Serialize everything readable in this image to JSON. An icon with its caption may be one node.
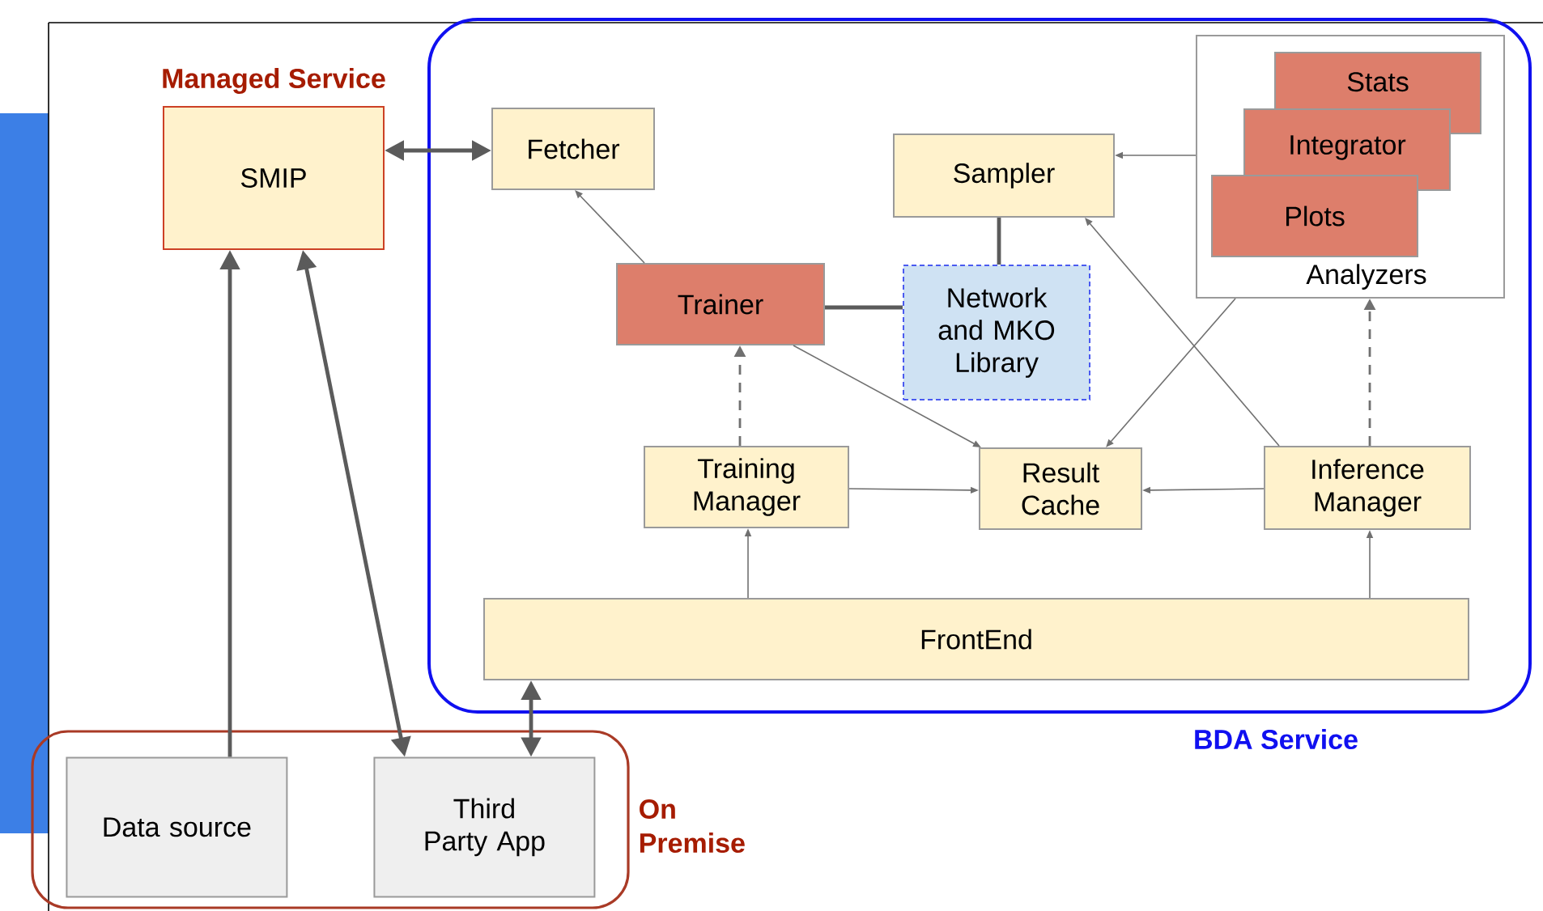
{
  "diagram": {
    "nodes": [
      {
        "text": [
          "SMIP"
        ],
        "beside": [
          "Managed Service"
        ]
      },
      {
        "text": [
          "BDA Service"
        ]
      },
      {
        "text": [
          "Fetcher"
        ],
        "in": 1
      },
      {
        "text": [
          "Sampler"
        ],
        "in": 1
      },
      {
        "text": [
          "Analyzers"
        ],
        "in": 1
      },
      {
        "text": [
          "Stats"
        ],
        "in": 4
      },
      {
        "text": [
          "Integrator"
        ],
        "in": 4
      },
      {
        "text": [
          "Plots"
        ],
        "in": 4
      },
      {
        "text": [
          "Trainer"
        ],
        "in": 1
      },
      {
        "text": [
          "Network and MKO Library"
        ],
        "in": 1
      },
      {
        "text": [
          "Training Manager"
        ],
        "in": 1
      },
      {
        "text": [
          "Result Cache"
        ],
        "in": 1
      },
      {
        "text": [
          "Inference Manager"
        ],
        "in": 1
      },
      {
        "text": [
          "FrontEnd"
        ],
        "in": 1
      },
      {
        "text": [
          "On Premise"
        ]
      },
      {
        "text": [
          "Data source"
        ],
        "in": 14
      },
      {
        "text": [
          "Third Party App"
        ],
        "in": 14
      }
    ],
    "edges": [
      {
        "from": 0,
        "to": 2,
        "arrow": "both",
        "style": "thick"
      },
      {
        "from": 15,
        "to": 0,
        "arrow": "to",
        "style": "thick"
      },
      {
        "from": 0,
        "to": 16,
        "arrow": "both",
        "style": "thick"
      },
      {
        "from": 13,
        "to": 16,
        "arrow": "both",
        "style": "thick"
      },
      {
        "from": 8,
        "to": 2,
        "arrow": "to"
      },
      {
        "from": 4,
        "to": 3,
        "arrow": "to"
      },
      {
        "from": 3,
        "to": 9,
        "arrow": "none",
        "style": "thick"
      },
      {
        "from": 8,
        "to": 9,
        "arrow": "none",
        "style": "thick"
      },
      {
        "from": 10,
        "to": 8,
        "arrow": "to",
        "style": "dashed"
      },
      {
        "from": 8,
        "to": 11,
        "arrow": "to"
      },
      {
        "from": 4,
        "to": 11,
        "arrow": "to"
      },
      {
        "from": 12,
        "to": 3,
        "arrow": "to"
      },
      {
        "from": 12,
        "to": 4,
        "arrow": "to",
        "style": "dashed"
      },
      {
        "from": 10,
        "to": 11,
        "arrow": "to"
      },
      {
        "from": 12,
        "to": 11,
        "arrow": "to"
      },
      {
        "from": 13,
        "to": 10,
        "arrow": "to"
      },
      {
        "from": 13,
        "to": 12,
        "arrow": "to"
      }
    ]
  }
}
